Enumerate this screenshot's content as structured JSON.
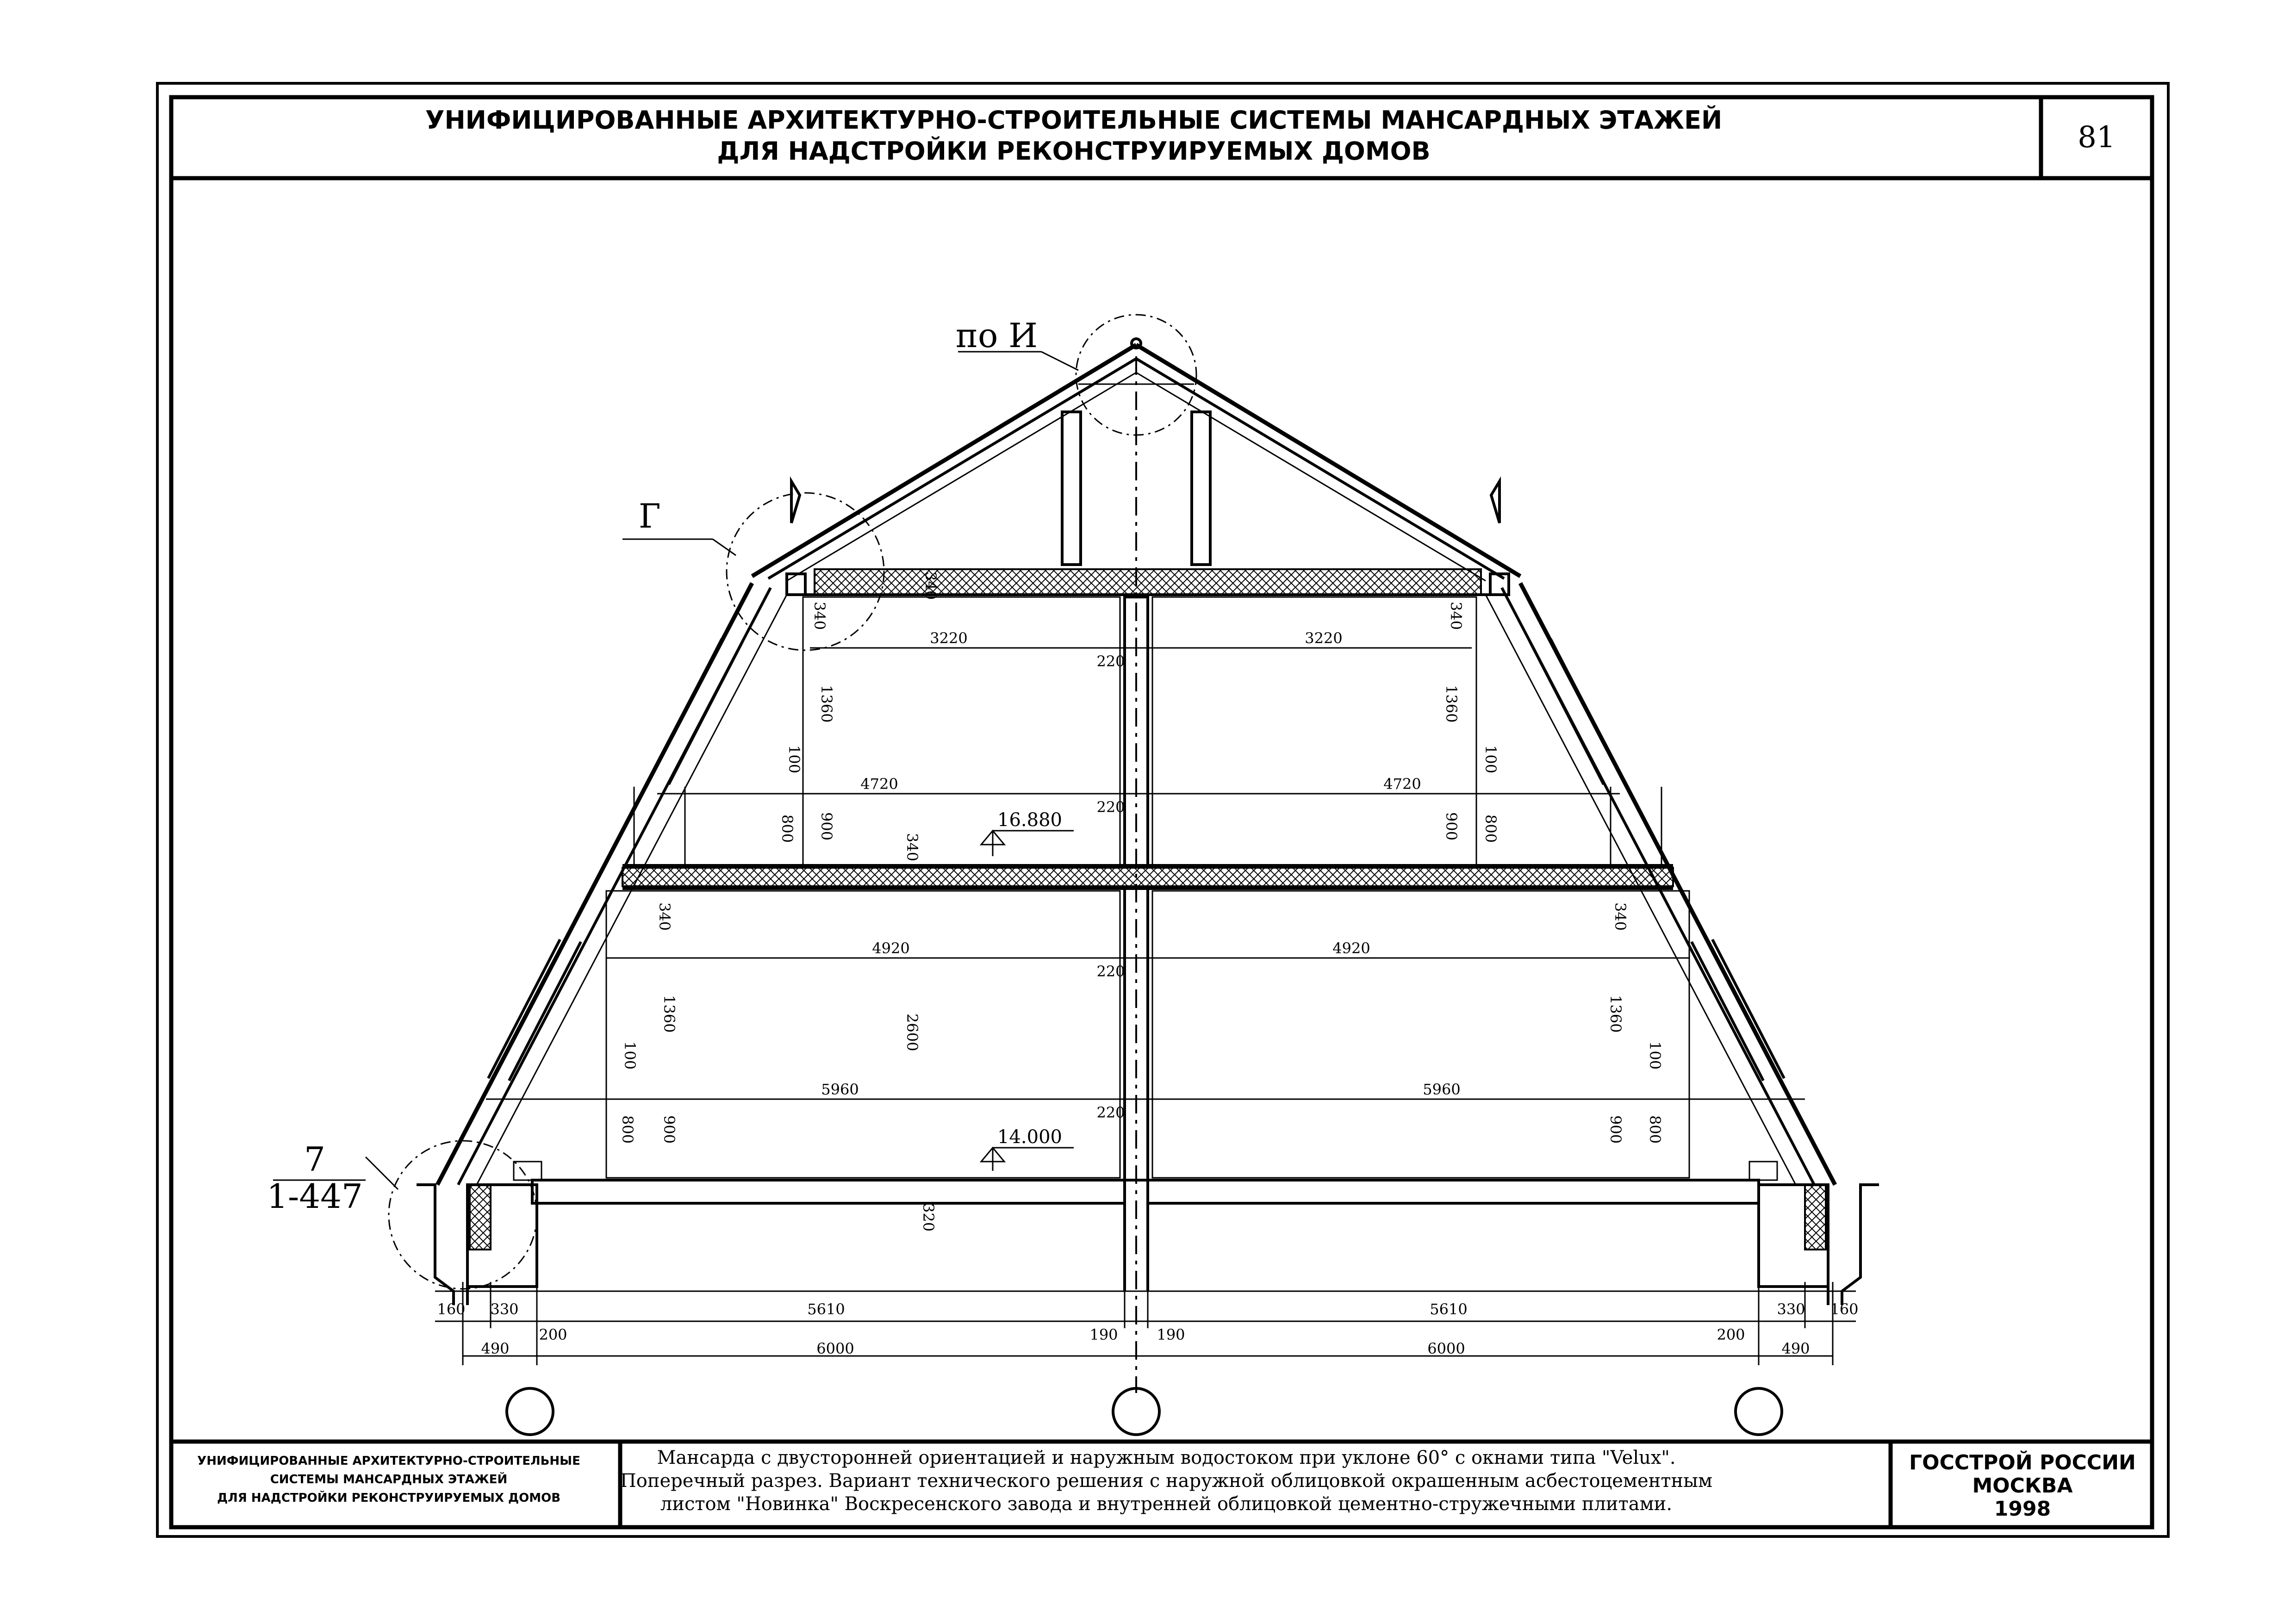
{
  "header": {
    "title_line1": "УНИФИЦИРОВАННЫЕ АРХИТЕКТУРНО-СТРОИТЕЛЬНЫЕ СИСТЕМЫ МАНСАРДНЫХ ЭТАЖЕЙ",
    "title_line2": "ДЛЯ НАДСТРОЙКИ РЕКОНСТРУИРУЕМЫХ ДОМОВ",
    "page_number": "81"
  },
  "callouts": {
    "ridge": "по И",
    "eave_upper": "Г",
    "eave_lower_top": "7",
    "eave_lower_bottom": "1-447"
  },
  "levels": {
    "upper": "16.880",
    "lower": "14.000"
  },
  "dims": {
    "slab_upper": "340",
    "slab_mid": "340",
    "upper_340_left": "340",
    "upper_340_right": "340",
    "w_3220_left": "3220",
    "w_3220_right": "3220",
    "w_220_a": "220",
    "h_1360_ul": "1360",
    "h_1360_ur": "1360",
    "h_100_ul": "100",
    "h_100_ur": "100",
    "w_4720_left": "4720",
    "w_4720_right": "4720",
    "w_220_b": "220",
    "h_800_ul": "800",
    "h_900_ul": "900",
    "h_900_ur": "900",
    "h_800_ur": "800",
    "lower_340_left": "340",
    "lower_340_right": "340",
    "w_4920_left": "4920",
    "w_4920_right": "4920",
    "w_220_c": "220",
    "h_1360_ll": "1360",
    "h_1360_lr": "1360",
    "h_2600": "2600",
    "h_100_ll": "100",
    "h_100_lr": "100",
    "w_5960_left": "5960",
    "w_5960_right": "5960",
    "w_220_d": "220",
    "h_800_ll": "800",
    "h_900_ll": "900",
    "h_900_lr": "900",
    "h_800_lr": "800",
    "h_320": "320",
    "b_160_left": "160",
    "b_330_left": "330",
    "b_5610_left": "5610",
    "b_5610_right": "5610",
    "b_330_right": "330",
    "b_160_right": "160",
    "b_200_left": "200",
    "b_190_left": "190",
    "b_190_right": "190",
    "b_200_right": "200",
    "b_490_left": "490",
    "b_6000_left": "6000",
    "b_6000_right": "6000",
    "b_490_right": "490"
  },
  "title_block": {
    "left_line1": "УНИФИЦИРОВАННЫЕ АРХИТЕКТУРНО-СТРОИТЕЛЬНЫЕ",
    "left_line2": "СИСТЕМЫ МАНСАРДНЫХ ЭТАЖЕЙ",
    "left_line3": "ДЛЯ НАДСТРОЙКИ РЕКОНСТРУИРУЕМЫХ ДОМОВ",
    "desc_line1": "Мансарда с двусторонней ориентацией и наружным водостоком при уклоне 60° с окнами типа \"Velux\".",
    "desc_line2": "Поперечный разрез. Вариант технического решения с наружной облицовкой окрашенным асбестоцементным",
    "desc_line3": "листом \"Новинка\" Воскресенского завода и внутренней облицовкой цементно-стружечными плитами.",
    "org_line1": "ГОССТРОЙ РОССИИ",
    "org_line2": "МОСКВА",
    "org_line3": "1998"
  }
}
